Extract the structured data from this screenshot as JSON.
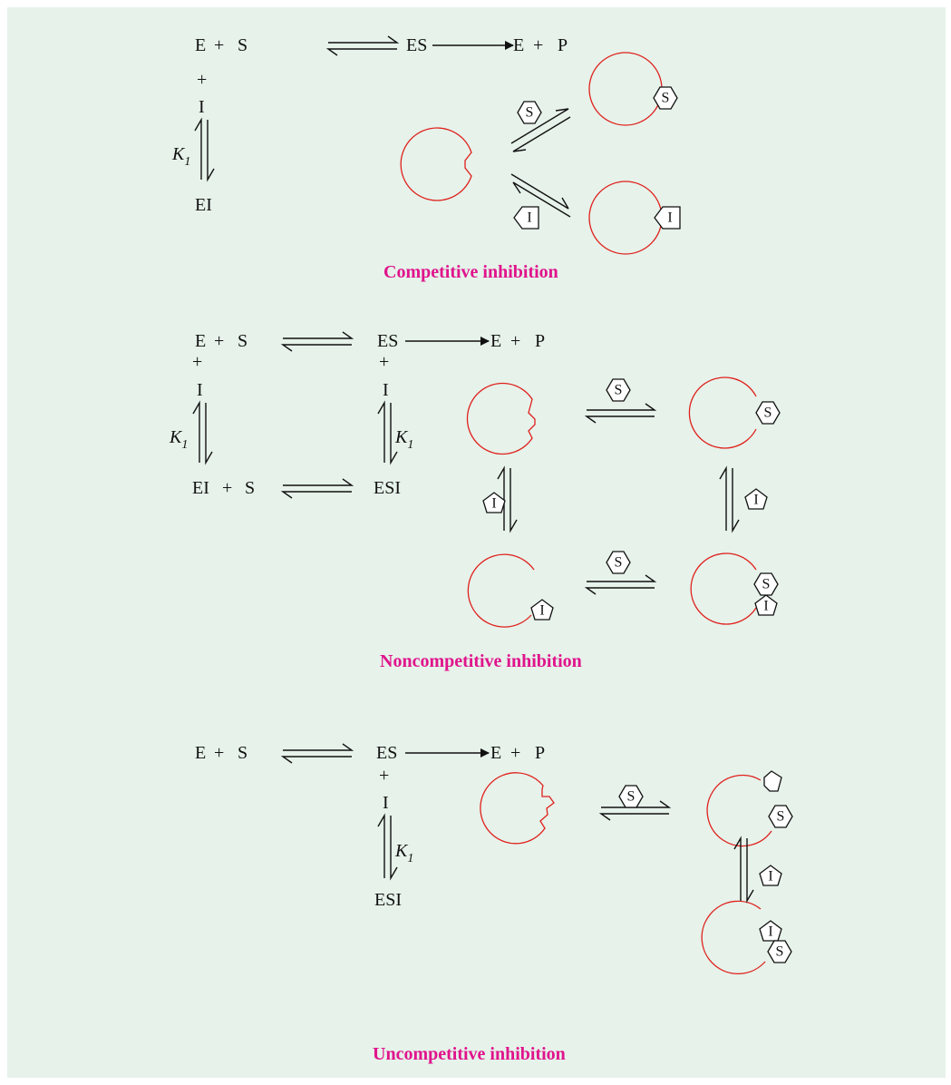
{
  "colors": {
    "background": "#e6f2ea",
    "caption": "#e0148c",
    "enzyme": "#e0201c"
  },
  "symbols": {
    "E": "E",
    "S": "S",
    "P": "P",
    "I": "I",
    "plus": "+",
    "ES": "ES",
    "EI": "EI",
    "ESI": "ESI",
    "K": "K",
    "K_sub": "1"
  },
  "captions": {
    "competitive": "Competitive inhibition",
    "noncompetitive": "Noncompetitive inhibition",
    "uncompetitive": "Uncompetitive inhibition"
  }
}
